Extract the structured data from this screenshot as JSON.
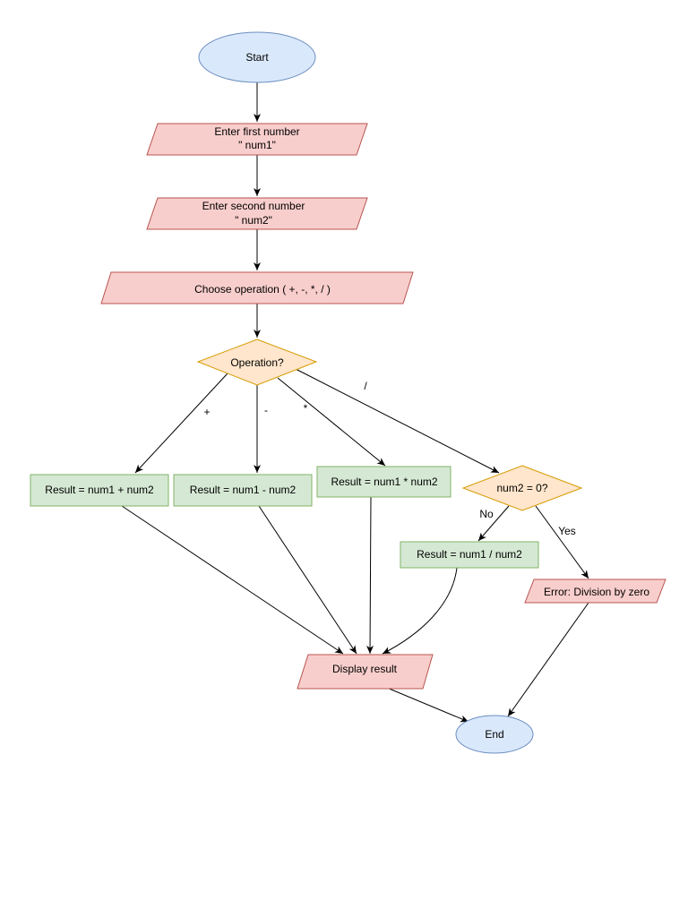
{
  "nodes": {
    "start": "Start",
    "enter_first_line1": "Enter first number",
    "enter_first_line2": "\" num1\"",
    "enter_second_line1": "Enter second number",
    "enter_second_line2": "\" num2\"",
    "choose_operation": "Choose operation ( +, -, *, / )",
    "operation_decision": "Operation?",
    "result_add": "Result = num1 + num2",
    "result_sub": "Result = num1 - num2",
    "result_mul": "Result = num1 * num2",
    "zero_check": "num2 = 0?",
    "result_div": "Result = num1 / num2",
    "error_div_zero": "Error: Division by zero",
    "display_result": "Display result",
    "end": "End"
  },
  "edge_labels": {
    "plus": "+",
    "minus": "-",
    "times": "*",
    "divide": "/",
    "no": "No",
    "yes": "Yes"
  },
  "colors": {
    "terminal_fill": "#dae8fc",
    "terminal_stroke": "#6c8ebf",
    "io_fill": "#f8cecc",
    "io_stroke": "#b85450",
    "process_fill": "#d5e8d4",
    "process_stroke": "#82b366",
    "decision_fill": "#ffe6cc",
    "decision_stroke": "#d79b00"
  }
}
